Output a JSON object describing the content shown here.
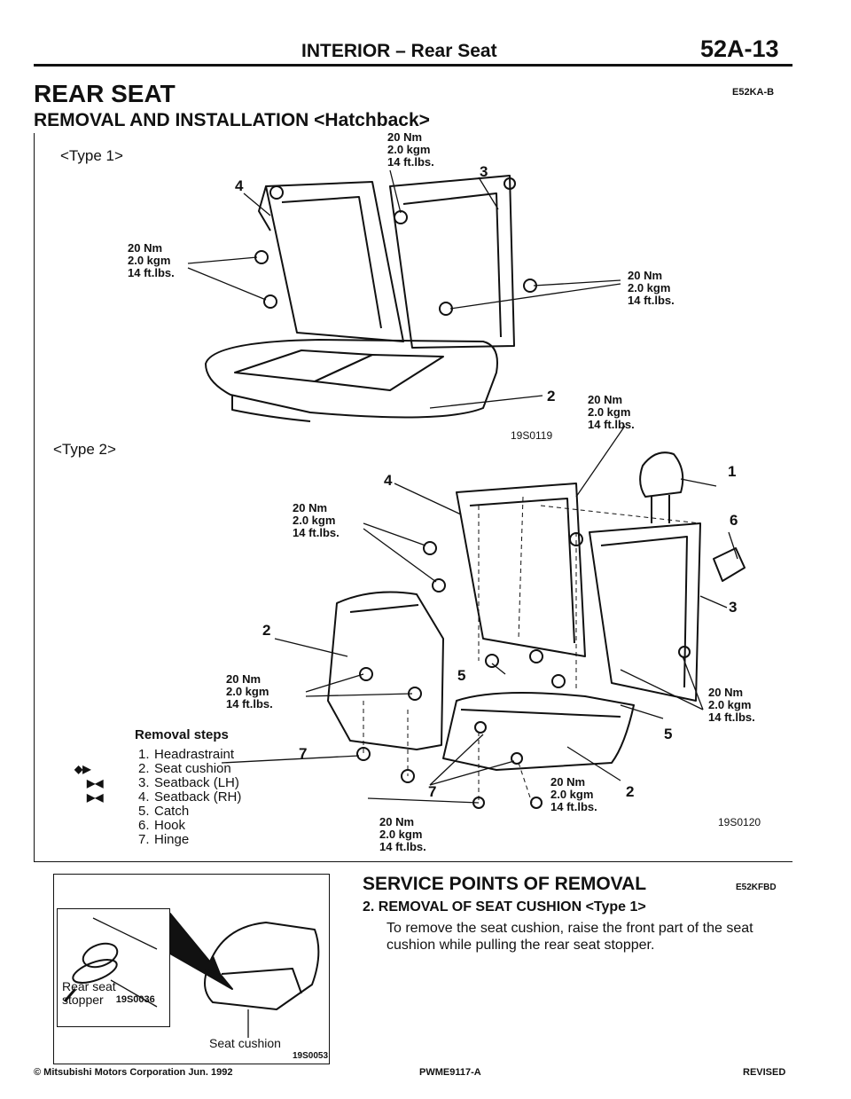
{
  "header": {
    "title": "INTERIOR – Rear Seat",
    "page": "52A-13"
  },
  "section": {
    "title": "REAR SEAT",
    "code": "E52KA-B",
    "subtitle": "REMOVAL AND INSTALLATION <Hatchback>"
  },
  "figures": {
    "type1_label": "<Type 1>",
    "type2_label": "<Type 2>",
    "fig1_code": "19S0119",
    "fig2_code": "19S0120",
    "torque": "20 Nm\n2.0 kgm\n14 ft.lbs.",
    "callouts": [
      "1",
      "2",
      "3",
      "4",
      "5",
      "6",
      "7"
    ]
  },
  "removal_steps": {
    "heading": "Removal steps",
    "steps": [
      {
        "no": "1.",
        "label": "Headrastraint",
        "mark": ""
      },
      {
        "no": "2.",
        "label": "Seat cushion",
        "mark": "◆▶"
      },
      {
        "no": "3.",
        "label": "Seatback (LH)",
        "mark": "▶◀"
      },
      {
        "no": "4.",
        "label": "Seatback (RH)",
        "mark": "▶◀"
      },
      {
        "no": "5.",
        "label": "Catch",
        "mark": ""
      },
      {
        "no": "6.",
        "label": "Hook",
        "mark": ""
      },
      {
        "no": "7.",
        "label": "Hinge",
        "mark": ""
      }
    ]
  },
  "service": {
    "title": "SERVICE POINTS OF REMOVAL",
    "code": "E52KFBD",
    "subtitle": "2.  REMOVAL OF SEAT CUSHION <Type 1>",
    "text": "To remove the seat cushion, raise the front part of the seat cushion while pulling the rear seat stopper."
  },
  "inset": {
    "stopper_label_line1": "Rear seat",
    "stopper_label_line2": "stopper",
    "stopper_code": "19S0036",
    "cushion_label": "Seat cushion",
    "cushion_code": "19S0053"
  },
  "footer": {
    "copyright": "© Mitsubishi Motors Corporation   Jun. 1992",
    "pub_code": "PWME9117-A",
    "status": "REVISED"
  }
}
